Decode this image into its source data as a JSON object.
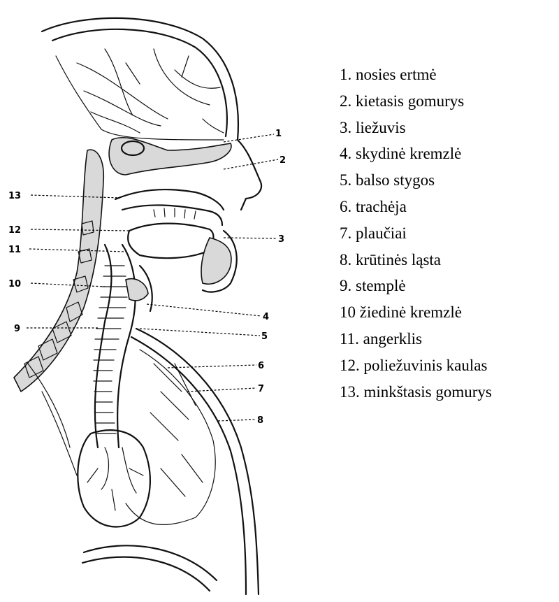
{
  "diagram": {
    "callouts": [
      "1",
      "2",
      "3",
      "4",
      "5",
      "6",
      "7",
      "8",
      "9",
      "10",
      "11",
      "12",
      "13"
    ],
    "legend": [
      "1. nosies ertmė",
      "2. kietasis gomurys",
      "3. liežuvis",
      "4. skydinė kremzlė",
      "5. balso stygos",
      "6. trachėja",
      "7. plaučiai",
      "8. krūtinės ląsta",
      "9. stemplė",
      "10 žiedinė kremzlė",
      "11. angerklis",
      "12. poliežuvinis kaulas",
      "13. minkštasis gomurys"
    ]
  }
}
